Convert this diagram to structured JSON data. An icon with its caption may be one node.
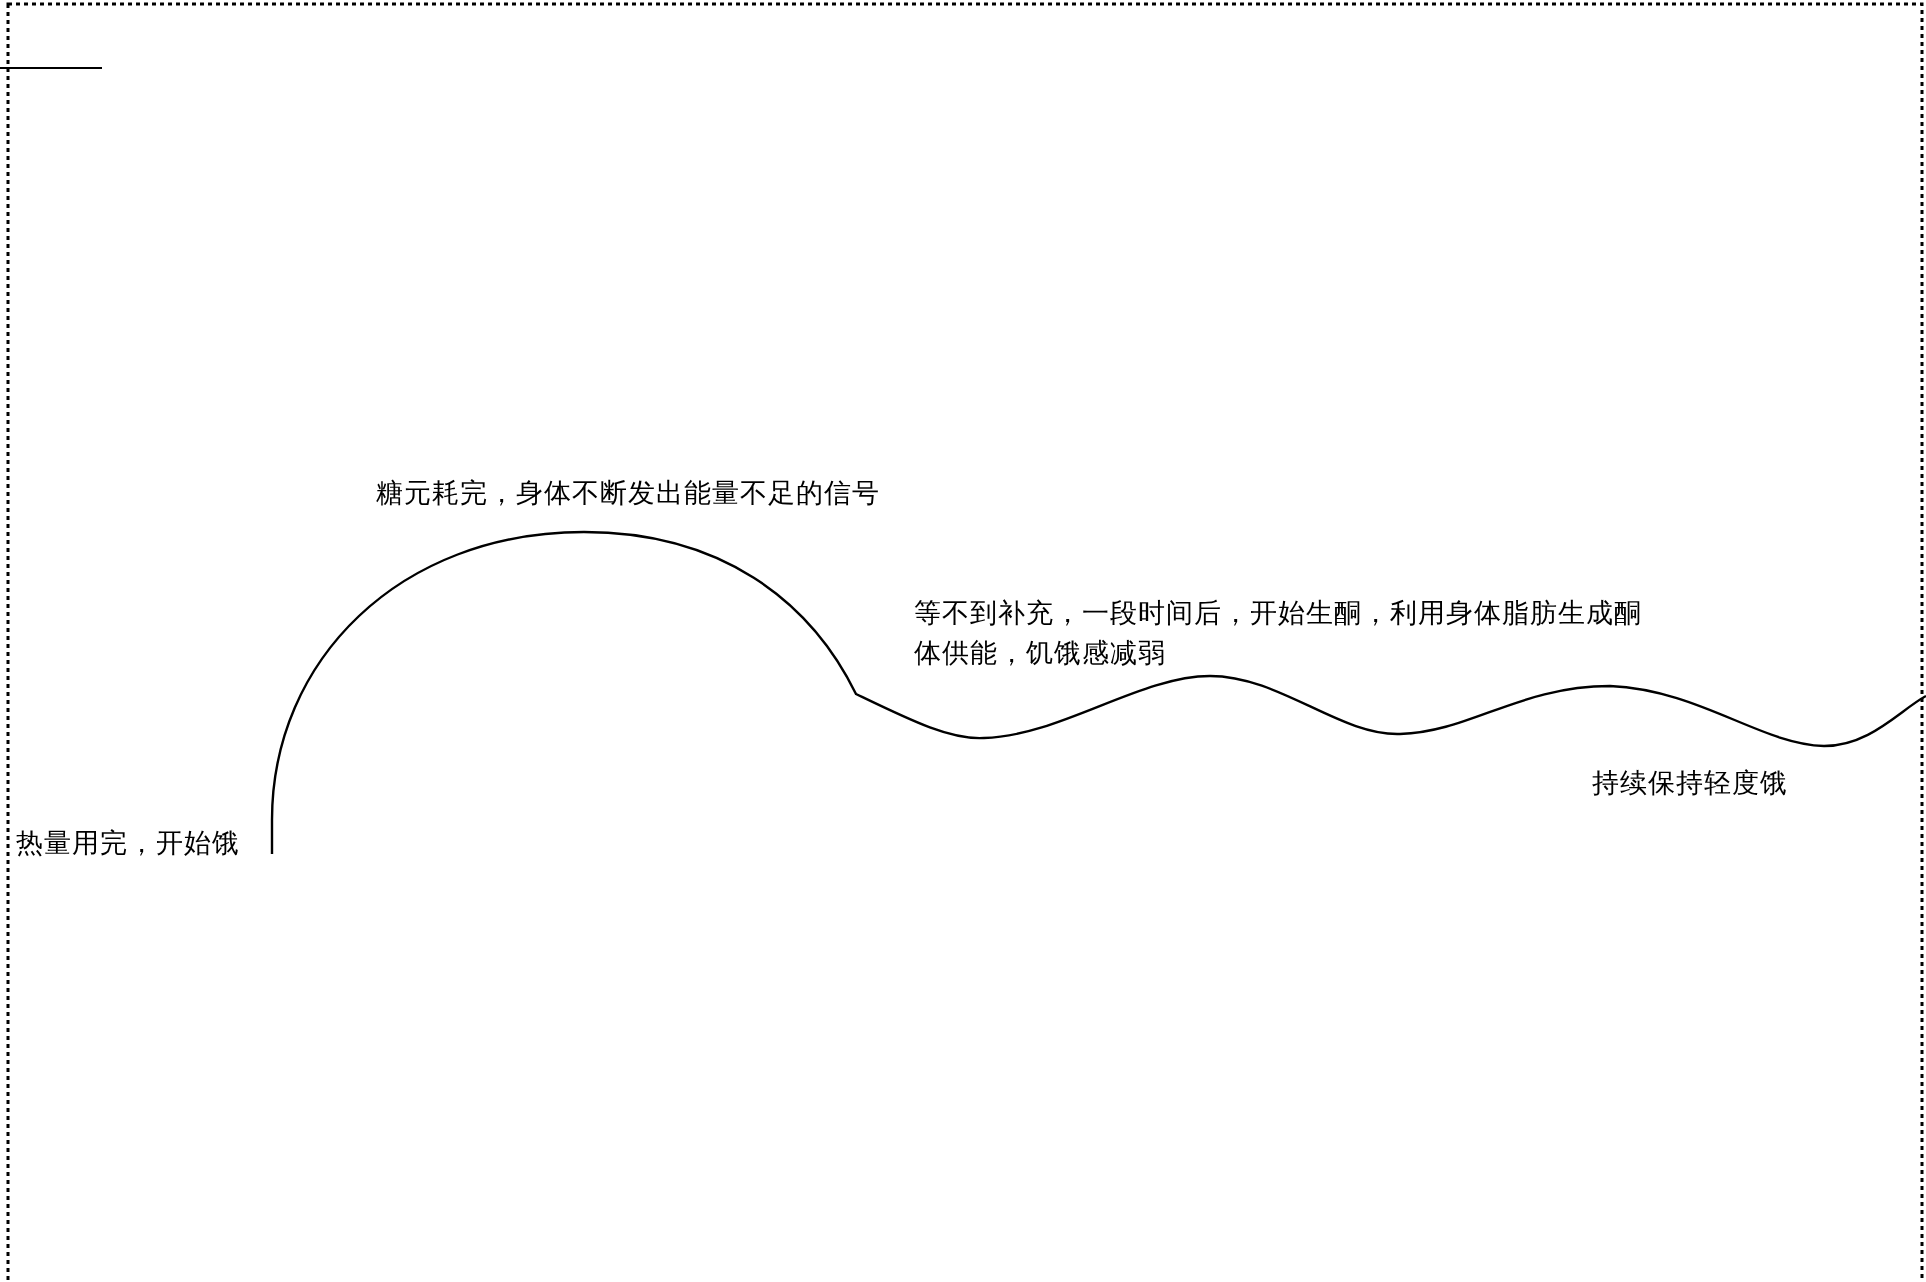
{
  "diagram": {
    "labels": [
      "糖元耗完，身体不断发出能量不足的信号",
      "等不到补充，一段时间后，开始生酮，利用身体脂肪生成酮体供能，饥饿感减弱",
      "持续保持轻度饿",
      "热量用完，开始饿"
    ]
  }
}
